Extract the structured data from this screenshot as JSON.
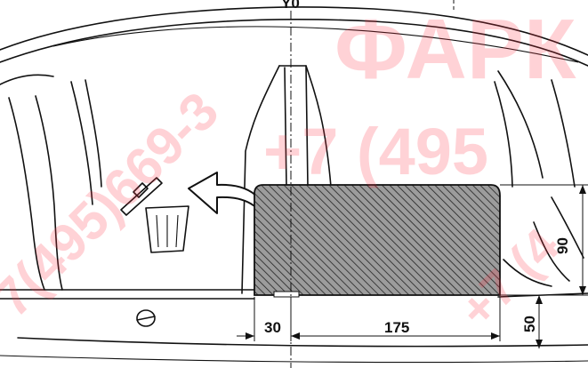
{
  "axis_label": "Y0",
  "dimensions": {
    "offset": "30",
    "width": "175",
    "height": "90",
    "bottom": "50"
  },
  "watermarks": {
    "brand": "ФАРК",
    "phone_large": "+7 (495",
    "phone_diagonal": "7(495)669-3",
    "phone_right": "+7 (4"
  },
  "colors": {
    "line": "#111111",
    "hatch_fill": "#9c9c9c",
    "watermark": "#ff3344"
  },
  "icons": {
    "discard": "trash-bin-icon",
    "direction": "curved-arrow-icon"
  }
}
